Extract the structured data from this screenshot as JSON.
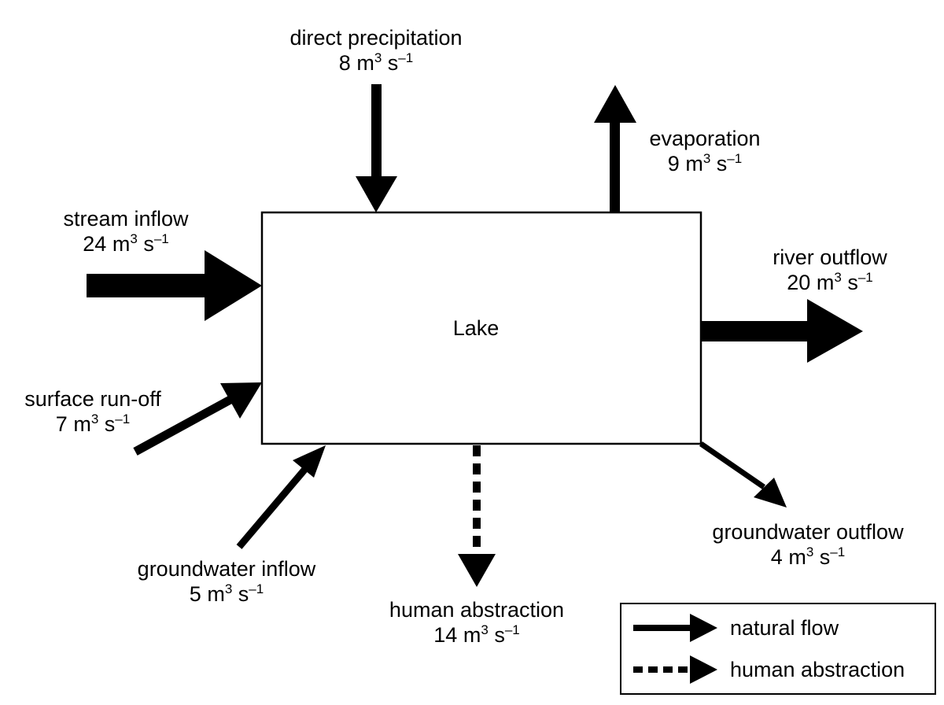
{
  "lake": {
    "label": "Lake"
  },
  "flows": {
    "direct_precipitation": {
      "name": "direct precipitation",
      "value": "8",
      "unit": "m",
      "exp1": "3",
      "unit2": "s",
      "exp2": "–1"
    },
    "evaporation": {
      "name": "evaporation",
      "value": "9",
      "unit": "m",
      "exp1": "3",
      "unit2": "s",
      "exp2": "–1"
    },
    "stream_inflow": {
      "name": "stream inflow",
      "value": "24",
      "unit": "m",
      "exp1": "3",
      "unit2": "s",
      "exp2": "–1"
    },
    "river_outflow": {
      "name": "river outflow",
      "value": "20",
      "unit": "m",
      "exp1": "3",
      "unit2": "s",
      "exp2": "–1"
    },
    "surface_runoff": {
      "name": "surface run-off",
      "value": "7",
      "unit": "m",
      "exp1": "3",
      "unit2": "s",
      "exp2": "–1"
    },
    "groundwater_inflow": {
      "name": "groundwater inflow",
      "value": "5",
      "unit": "m",
      "exp1": "3",
      "unit2": "s",
      "exp2": "–1"
    },
    "human_abstraction": {
      "name": "human abstraction",
      "value": "14",
      "unit": "m",
      "exp1": "3",
      "unit2": "s",
      "exp2": "–1"
    },
    "groundwater_outflow": {
      "name": "groundwater outflow",
      "value": "4",
      "unit": "m",
      "exp1": "3",
      "unit2": "s",
      "exp2": "–1"
    }
  },
  "legend": {
    "natural": "natural flow",
    "human": "human abstraction"
  },
  "colors": {
    "ink": "#000000",
    "background": "#ffffff"
  }
}
